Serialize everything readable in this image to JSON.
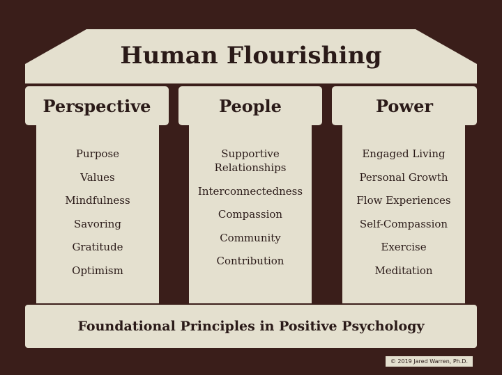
{
  "title": "Human Flourishing",
  "columns": [
    {
      "heading": "Perspective",
      "items": [
        "Purpose",
        "Values",
        "Mindfulness",
        "Savoring",
        "Gratitude",
        "Optimism"
      ]
    },
    {
      "heading": "People",
      "items": [
        "Supportive Relationships",
        "Interconnectedness",
        "Compassion",
        "Community",
        "Contribution"
      ]
    },
    {
      "heading": "Power",
      "items": [
        "Engaged Living",
        "Personal Growth",
        "Flow Experiences",
        "Self-Compassion",
        "Exercise",
        "Meditation"
      ]
    }
  ],
  "foundation": "Foundational Principles in Positive Psychology",
  "copyright": "© 2019 Jared Warren, Ph.D.",
  "colors": {
    "background": "#3a1e1a",
    "panel": "#e4e0cf",
    "text": "#2a1a18"
  }
}
